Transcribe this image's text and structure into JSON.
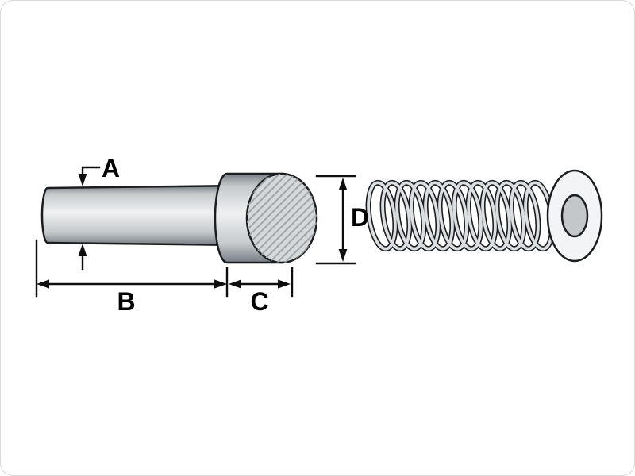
{
  "diagram": {
    "labels": {
      "a": "A",
      "b": "B",
      "c": "C",
      "d": "D"
    }
  },
  "colors": {
    "background": "#ffffff",
    "frame_border": "#d9d9d9",
    "outline": "#1b1e20",
    "dimension": "#0e0e0e",
    "label": "#000000",
    "metal_darkest": "#777d83",
    "metal_mid": "#c6cacd",
    "metal_light": "#eff1f1",
    "face_fill": "#d6d9da",
    "hatch_line": "#9aa0a5",
    "spring_core": "#dcdfe1",
    "washer_fill": "#f3f4f5",
    "washer_hole": "#c3c7ca"
  }
}
